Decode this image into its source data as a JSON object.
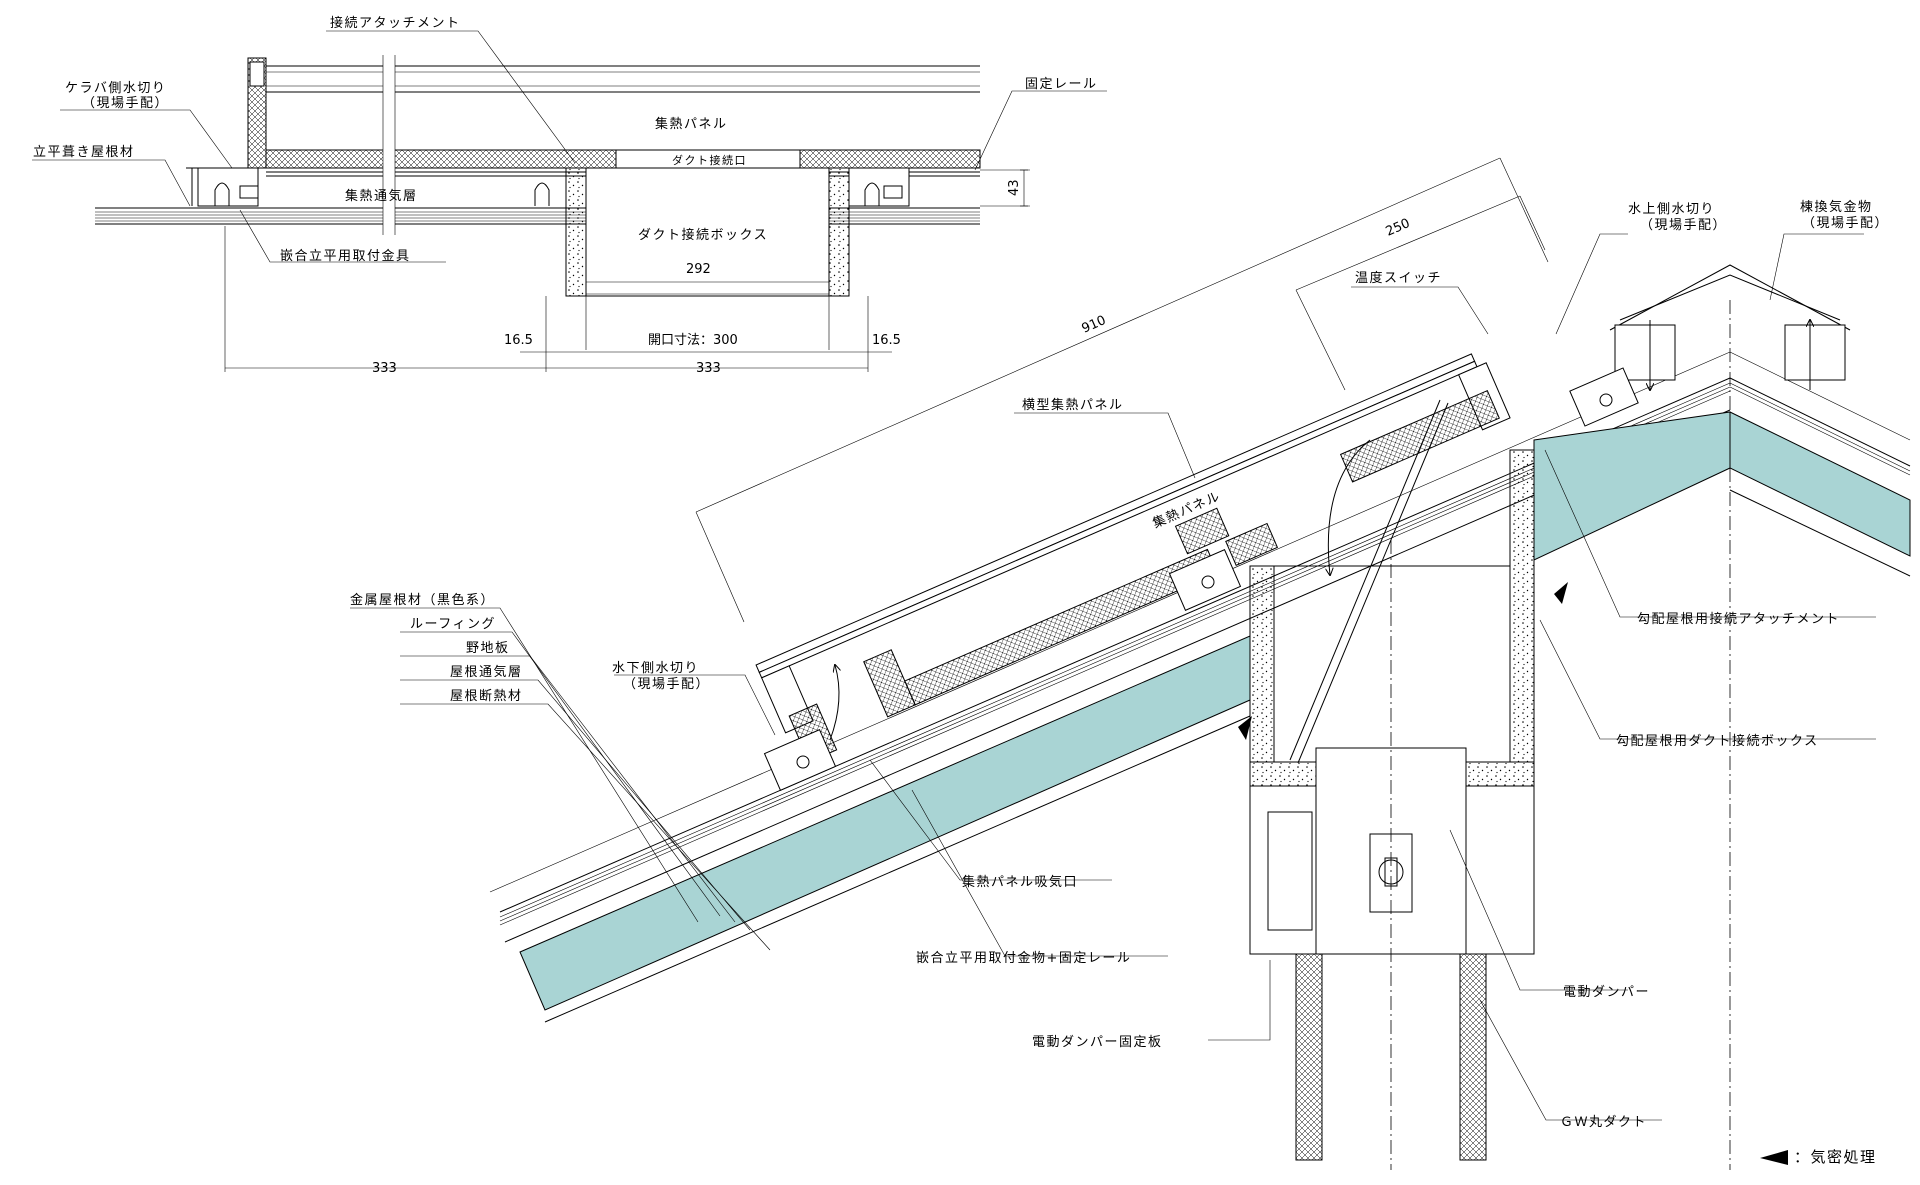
{
  "plan_section": {
    "labels": {
      "attachment": "接続アタッチメント",
      "verge_flashing": "ケラバ側水切り",
      "verge_flashing_note": "（現場手配）",
      "standing_seam_roof": "立平葺き屋根材",
      "fixing_rail": "固定レール",
      "panel": "集熱パネル",
      "duct_port": "ダクト接続口",
      "ventilation_layer": "集熱通気層",
      "duct_box": "ダクト接続ボックス",
      "bracket": "嵌合立平用取付金具"
    },
    "dimensions": {
      "d43": "43",
      "d292": "292",
      "d16a": "16.5",
      "d16b": "16.5",
      "opening": "開口寸法：300",
      "d333a": "333",
      "d333b": "333"
    }
  },
  "roof_section": {
    "labels": {
      "temp_switch": "温度スイッチ",
      "upper_flashing": "水上側水切り",
      "upper_flashing_note": "（現場手配）",
      "ridge_vent": "棟換気金物",
      "ridge_vent_note": "（現場手配）",
      "horizontal_panel": "横型集熱パネル",
      "panel": "集熱パネル",
      "metal_roof": "金属屋根材（黒色系）",
      "roofing": "ルーフィング",
      "sheathing": "野地板",
      "roof_vent_layer": "屋根通気層",
      "roof_insulation": "屋根断熱材",
      "lower_flashing": "水下側水切り",
      "lower_flashing_note": "（現場手配）",
      "pitched_attachment": "勾配屋根用接続アタッチメント",
      "pitched_duct_box": "勾配屋根用ダクト接続ボックス",
      "panel_inlet": "集熱パネル吸気口",
      "bracket_rail": "嵌合立平用取付金物+固定レール",
      "motor_damper": "電動ダンパー",
      "damper_plate": "電動ダンパー固定板",
      "gw_duct": "ＧＷ丸ダクト"
    },
    "dimensions": {
      "d910": "910",
      "d250": "250"
    }
  },
  "legend": {
    "airtight": "：気密処理"
  }
}
